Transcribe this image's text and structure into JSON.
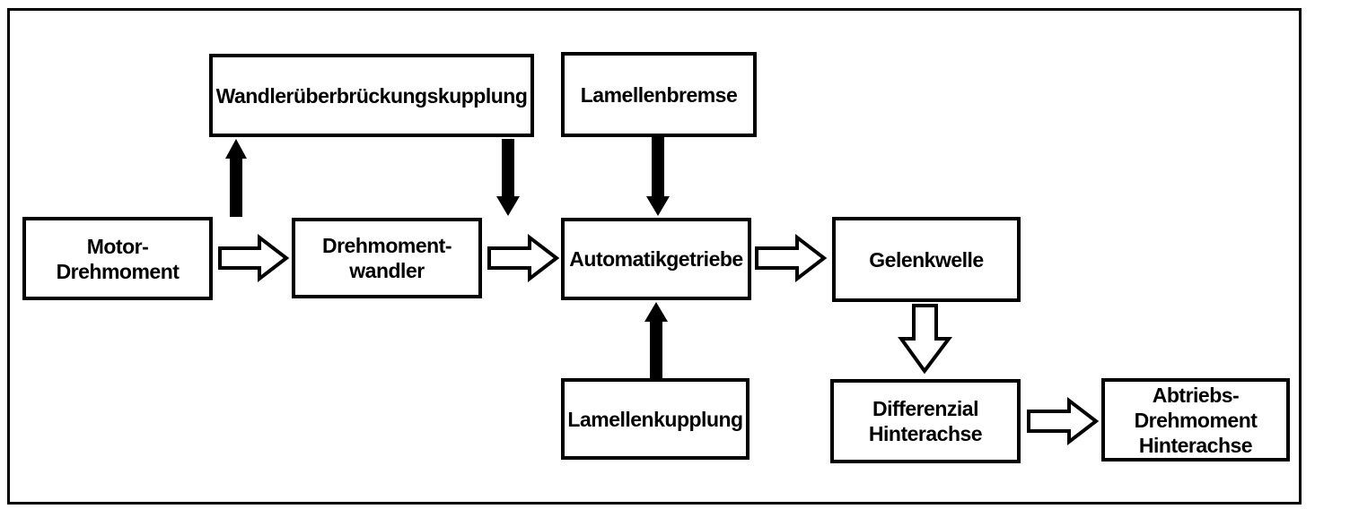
{
  "diagram": {
    "background_color": "#ffffff",
    "line_color": "#000000",
    "nodes": {
      "motor": {
        "label": "Motor-\nDrehmoment"
      },
      "wandlerueberbrueckungskupplung": {
        "label": "Wandlerüberbrückungskupplung"
      },
      "drehmomentwandler": {
        "label": "Drehmoment-\nwandler"
      },
      "lamellenbremse": {
        "label": "Lamellenbremse"
      },
      "automatikgetriebe": {
        "label": "Automatikgetriebe"
      },
      "lamellenkupplung": {
        "label": "Lamellenkupplung"
      },
      "gelenkwelle": {
        "label": "Gelenkwelle"
      },
      "differenzial": {
        "label": "Differenzial\nHinterachse"
      },
      "abtrieb": {
        "label": "Abtriebs-\nDrehmoment\nHinterachse"
      }
    },
    "edges": [
      {
        "from": "Motor-Drehmoment",
        "to": "Drehmomentwandler",
        "style": "hollow-outline",
        "direction": "right"
      },
      {
        "from": "Flow Motor-Drehmoment→Drehmomentwandler",
        "to": "Wandlerüberbrückungskupplung",
        "style": "solid",
        "direction": "up"
      },
      {
        "from": "Wandlerüberbrückungskupplung",
        "to": "Flow Drehmomentwandler→Automatikgetriebe",
        "style": "solid",
        "direction": "down"
      },
      {
        "from": "Drehmomentwandler",
        "to": "Automatikgetriebe",
        "style": "hollow-outline",
        "direction": "right"
      },
      {
        "from": "Lamellenbremse",
        "to": "Automatikgetriebe",
        "style": "solid",
        "direction": "down"
      },
      {
        "from": "Lamellenkupplung",
        "to": "Automatikgetriebe",
        "style": "solid",
        "direction": "up"
      },
      {
        "from": "Automatikgetriebe",
        "to": "Gelenkwelle",
        "style": "hollow-outline",
        "direction": "right"
      },
      {
        "from": "Gelenkwelle",
        "to": "Differenzial Hinterachse",
        "style": "hollow-outline",
        "direction": "down"
      },
      {
        "from": "Differenzial Hinterachse",
        "to": "Abtriebs-Drehmoment Hinterachse",
        "style": "hollow-outline",
        "direction": "right"
      }
    ]
  }
}
